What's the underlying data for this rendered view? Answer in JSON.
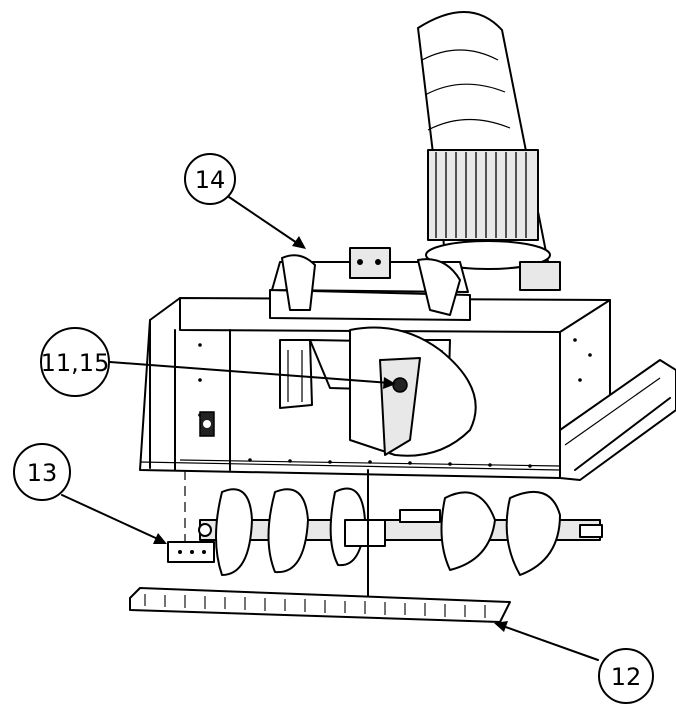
{
  "callouts": {
    "c14": "14",
    "c11_15": "11,15",
    "c13": "13",
    "c12": "12"
  },
  "colors": {
    "line": "#000000",
    "background": "#ffffff"
  }
}
